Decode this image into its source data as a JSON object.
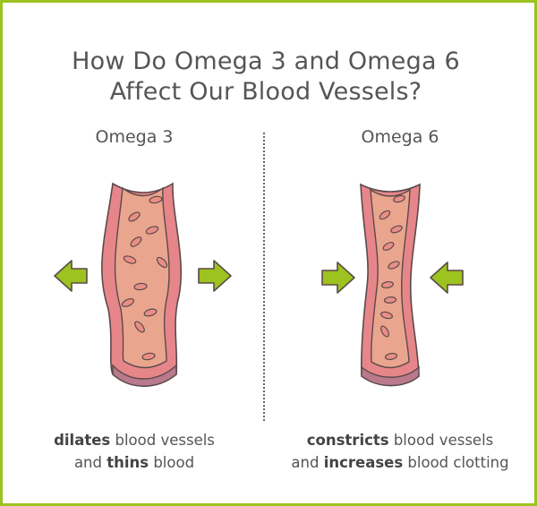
{
  "title": {
    "line1": "How Do Omega 3 and Omega 6",
    "line2": "Affect Our Blood Vessels?"
  },
  "left": {
    "heading": "Omega 3",
    "caption": {
      "line1_bold": "dilates",
      "line1_rest": " blood vessels",
      "line2_pre": "and ",
      "line2_bold": "thins",
      "line2_post": " blood"
    }
  },
  "right": {
    "heading": "Omega 6",
    "caption": {
      "line1_bold": "constricts",
      "line1_rest": " blood vessels",
      "line2_pre": "and ",
      "line2_bold": "increases",
      "line2_post": " blood clotting"
    }
  },
  "colors": {
    "frame": "#9cc31f",
    "arrow": "#9cc31f",
    "vessel_wall": "#e7868a",
    "vessel_inner": "#eaa58e",
    "cell": "#e98e86",
    "outline": "#5b4a4a"
  }
}
